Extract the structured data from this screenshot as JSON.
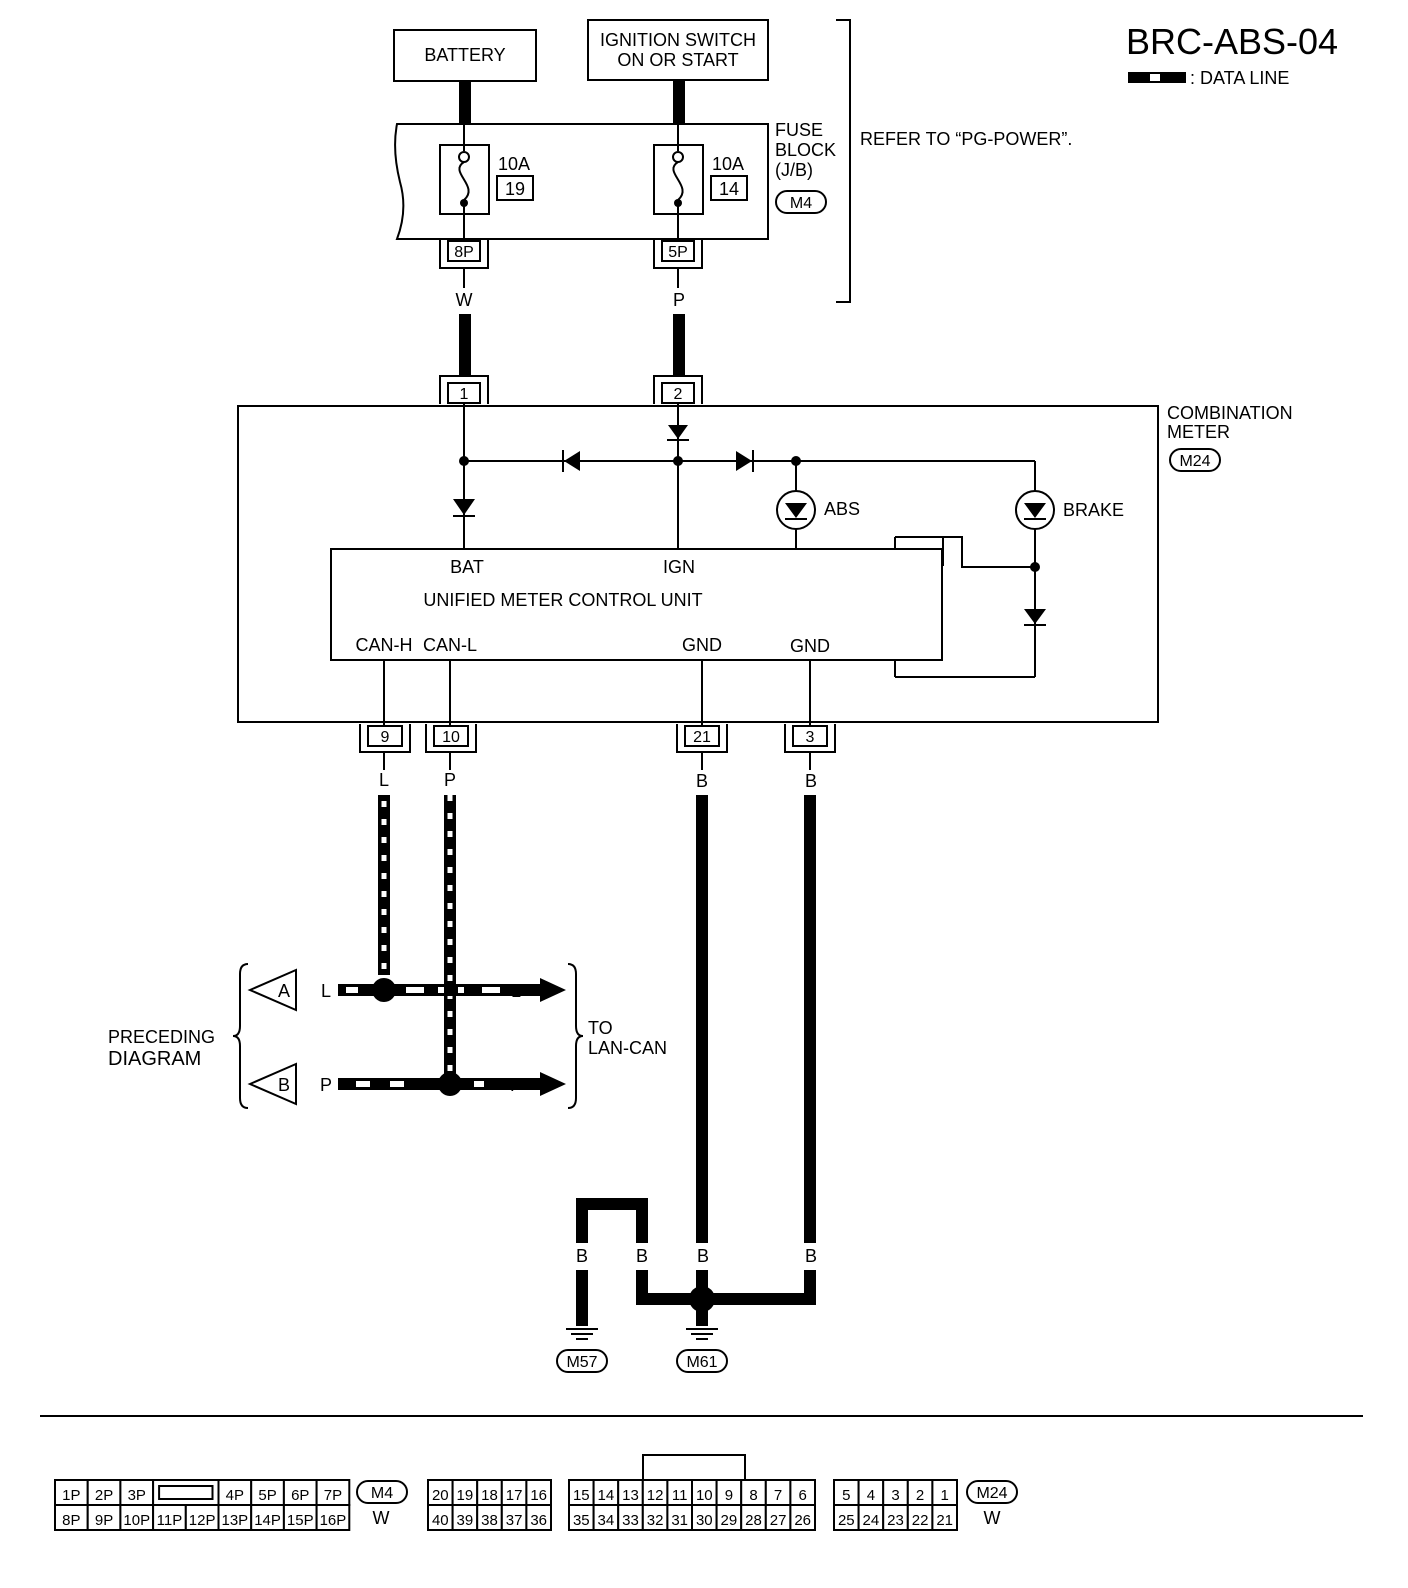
{
  "header": {
    "code": "BRC-ABS-04",
    "legend_label": ": DATA LINE"
  },
  "power": {
    "battery_label": "BATTERY",
    "ignition_label_1": "IGNITION SWITCH",
    "ignition_label_2": "ON OR START",
    "fuse_block_1": "FUSE",
    "fuse_block_2": "BLOCK",
    "fuse_block_3": "(J/B)",
    "fuse_block_conn": "M4",
    "refer_note": "REFER TO “PG-POWER”.",
    "fuse1_amp": "10A",
    "fuse1_num": "19",
    "fuse2_amp": "10A",
    "fuse2_num": "14",
    "pin_8p": "8P",
    "pin_5p": "5P",
    "wire_w": "W",
    "wire_p": "P"
  },
  "meter": {
    "title_1": "COMBINATION",
    "title_2": "METER",
    "conn": "M24",
    "pin_1": "1",
    "pin_2": "2",
    "abs_label": "ABS",
    "brake_label": "BRAKE",
    "unit_title": "UNIFIED METER CONTROL UNIT",
    "term_bat": "BAT",
    "term_ign": "IGN",
    "term_canh": "CAN-H",
    "term_canl": "CAN-L",
    "term_gnd1": "GND",
    "term_gnd2": "GND",
    "pin_9": "9",
    "pin_10": "10",
    "pin_21": "21",
    "pin_3": "3",
    "wire_l": "L",
    "wire_p": "P",
    "wire_b1": "B",
    "wire_b2": "B"
  },
  "lan": {
    "preceding_1": "PRECEDING",
    "preceding_2": "DIAGRAM",
    "to_1": "TO",
    "to_2": "LAN-CAN",
    "ref_a": "A",
    "ref_b": "B",
    "wire_l_left": "L",
    "wire_l_right": "L",
    "wire_p_left": "P",
    "wire_p_right": "P"
  },
  "ground": {
    "wire_b_1": "B",
    "wire_b_2": "B",
    "wire_b_3": "B",
    "wire_b_4": "B",
    "gnd_m57": "M57",
    "gnd_m61": "M61"
  },
  "connectors": {
    "m4": {
      "name": "M4",
      "color": "W",
      "top": [
        "1P",
        "2P",
        "3P",
        "4P",
        "5P",
        "6P",
        "7P"
      ],
      "bottom": [
        "8P",
        "9P",
        "10P",
        "11P",
        "12P",
        "13P",
        "14P",
        "15P",
        "16P"
      ]
    },
    "m24": {
      "name": "M24",
      "color": "W",
      "top": [
        "20",
        "19",
        "18",
        "17",
        "16",
        "15",
        "14",
        "13",
        "12",
        "11",
        "10",
        "9",
        "8",
        "7",
        "6",
        "5",
        "4",
        "3",
        "2",
        "1"
      ],
      "bottom": [
        "40",
        "39",
        "38",
        "37",
        "36",
        "35",
        "34",
        "33",
        "32",
        "31",
        "30",
        "29",
        "28",
        "27",
        "26",
        "25",
        "24",
        "23",
        "22",
        "21"
      ]
    }
  }
}
